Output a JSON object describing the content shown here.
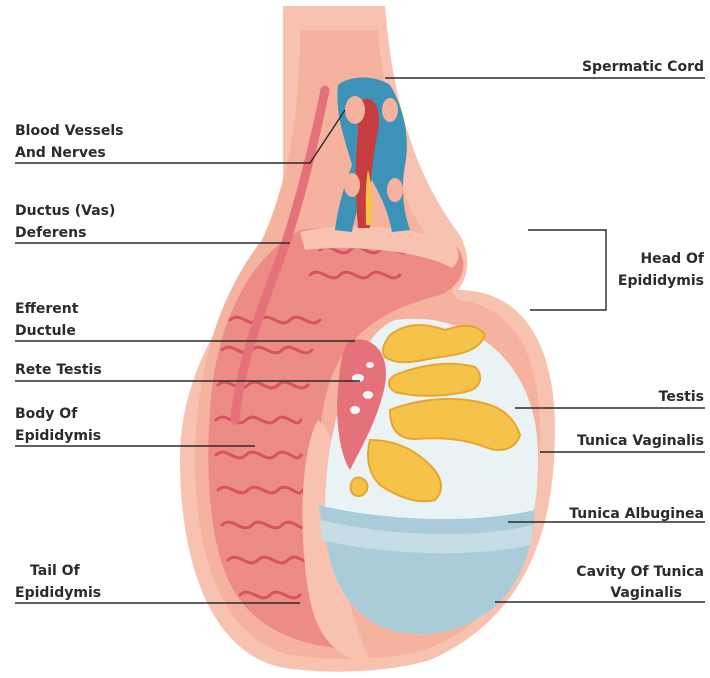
{
  "labels": {
    "spermatic_cord": "Spermatic Cord",
    "blood_vessels_1": "Blood Vessels",
    "blood_vessels_2": "And Nerves",
    "ductus_1": "Ductus (Vas)",
    "ductus_2": "Deferens",
    "efferent_1": "Efferent",
    "efferent_2": "Ductule",
    "rete_testis": "Rete Testis",
    "body_1": "Body Of",
    "body_2": "Epididymis",
    "tail_1": "Tail Of",
    "tail_2": "Epididymis",
    "head_1": "Head Of",
    "head_2": "Epididymis",
    "testis": "Testis",
    "tunica_vaginalis": "Tunica Vaginalis",
    "tunica_albuginea": "Tunica Albuginea",
    "cavity_1": "Cavity Of Tunica",
    "cavity_2": "Vaginalis"
  },
  "colors": {
    "outer_skin": "#f7c3b0",
    "tunica_layer": "#f2a594",
    "epididymis": "#ec8c84",
    "coil": "#d9545a",
    "testis_fill": "#e9f2f5",
    "cavity_fill": "#a9ccd8",
    "tubule": "#f6c34a",
    "vessel_blue": "#3c93b7",
    "vessel_red": "#c73c40",
    "leader": "#2b2b2b"
  }
}
